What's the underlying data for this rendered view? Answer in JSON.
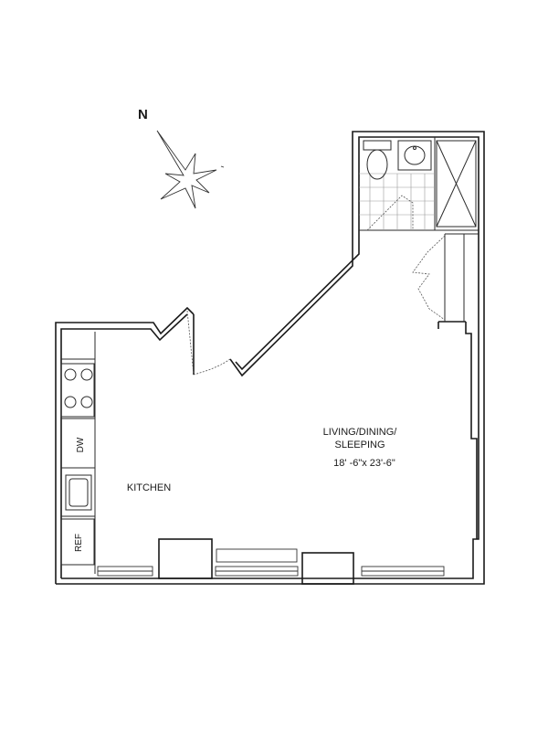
{
  "compass": {
    "letter": "N"
  },
  "rooms": {
    "living": {
      "line1": "LIVING/DINING/",
      "line2": "SLEEPING",
      "dims": "18' -6\"x 23'-6\""
    },
    "kitchen": {
      "label": "KITCHEN"
    }
  },
  "appliances": {
    "dishwasher": "DW",
    "refrigerator": "REF"
  }
}
